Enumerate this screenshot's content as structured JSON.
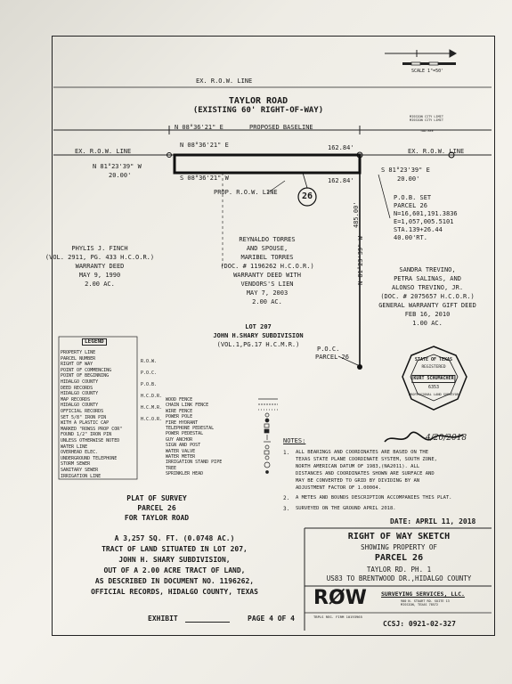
{
  "scale": "SCALE 1\"=50'",
  "road": {
    "row_line_top": "EX. R.O.W. LINE",
    "name": "TAYLOR ROAD",
    "existing": "(EXISTING 60' RIGHT-OF-WAY)",
    "bearing_top": "N 08°36'21\" E",
    "proposed_baseline": "PROPOSED BASELINE",
    "row_line_left": "EX. R.O.W. LINE",
    "row_line_right": "EX. R.O.W. LINE",
    "edge_small": "MISSION CITY LIMIT\nMISSION CITY LIMIT",
    "edge_small2": "TAD-SEE"
  },
  "parcel_lines": {
    "top_bearing": "N 08°36'21\" E",
    "top_dist": "162.84'",
    "left_bearing": "N 81°23'39\" W",
    "left_dist": "20.00'",
    "bottom_bearing": "S 08°36'21\" W",
    "bottom_dist": "162.84'",
    "right_bearing": "S 81°23'39\" E",
    "right_dist": "20.00'",
    "prop_row": "PROP. R.O.W. LINE",
    "parcel_no": "26",
    "east_bearing": "N 81°23'39\" W",
    "east_dist": "485.00'"
  },
  "pob": {
    "l1": "P.O.B. SET",
    "l2": "PARCEL 26",
    "l3": "N=16,601,191.3836",
    "l4": "E=1,057,005.5101",
    "l5": "STA.139+26.44",
    "l6": "40.00'RT."
  },
  "poc": {
    "l1": "P.O.C.",
    "l2": "PARCEL 26"
  },
  "owners": {
    "finch": [
      "PHYLIS J. FINCH",
      "(VOL. 2911, PG. 433 H.C.O.R.)",
      "WARRANTY DEED",
      "MAY 9, 1990",
      "2.00 AC."
    ],
    "torres": [
      "REYNALDO TORRES",
      "AND SPOUSE,",
      "MARIBEL TORRES",
      "(DOC. # 1196262 H.C.O.R.)",
      "WARRANTY DEED WITH",
      "VENDORS'S LIEN",
      "MAY 7, 2003",
      "2.00 AC."
    ],
    "trevino": [
      "SANDRA TREVINO,",
      "PETRA SALINAS, AND",
      "ALONSO TREVINO, JR.",
      "(DOC. # 2075657 H.C.O.R.)",
      "GENERAL WARRANTY GIFT DEED",
      "FEB 16, 2010",
      "1.00 AC."
    ]
  },
  "lot": {
    "l1": "LOT 207",
    "l2": "JOHN H.SHARY SUBDIVISION",
    "l3": "(VOL.1,PG.17 H.C.M.R.)"
  },
  "legend": {
    "title": "LEGEND",
    "left": [
      "PROPERTY LINE",
      "PARCEL NUMBER",
      "RIGHT OF WAY",
      "POINT OF COMMENCING",
      "POINT OF BEGINNING",
      "HIDALGO COUNTY",
      "DEED RECORDS",
      "HIDALGO COUNTY",
      "MAP RECORDS",
      "HIDALGO COUNTY",
      "OFFICIAL RECORDS",
      "SET 5/8\" IRON PIN",
      "WITH A PLASTIC CAP",
      "MARKED \"ROWSS PROP COR\"",
      "FOUND 1/2\" IRON PIN",
      "UNLESS OTHERWISE NOTED",
      "WATER LINE",
      "OVERHEAD ELEC.",
      "UNDERGROUND TELEPHONE",
      "STORM SEWER",
      "SANITARY SEWER",
      "IRRIGATION LINE"
    ],
    "abbr": [
      "R.O.W.",
      "P.O.C.",
      "P.O.B.",
      "H.C.D.R.",
      "H.C.M.R.",
      "H.C.O.R."
    ],
    "right": [
      "WOOD FENCE",
      "CHAIN LINK FENCE",
      "WIRE FENCE",
      "POWER POLE",
      "FIRE HYDRANT",
      "TELEPHONE PEDESTAL",
      "POWER PEDESTAL",
      "GUY ANCHOR",
      "SIGN AND POST",
      "WATER VALVE",
      "WATER METER",
      "IRRIGATION STAND PIPE",
      "TREE",
      "SPRINKLER HEAD"
    ]
  },
  "notes": {
    "title": "NOTES:",
    "n1": [
      "ALL BEARINGS AND COORDINATES ARE BASED ON THE",
      "TEXAS STATE PLANE COORDINATE SYSTEM, SOUTH ZONE,",
      "NORTH AMERICAN DATUM OF 1983,(NA2011). ALL",
      "DISTANCES AND COORDINATES SHOWN ARE SURFACE AND",
      "MAY BE CONVERTED TO GRID BY DIVIDING BY AN",
      "ADJUSTMENT FACTOR OF 1.00004."
    ],
    "n2": "A METES AND BOUNDS DESCRIPTION ACCOMPANIES THIS PLAT.",
    "n3": "SURVEYED ON THE GROUND APRIL 2018."
  },
  "seal": {
    "top": "STATE OF TEXAS",
    "registered": "REGISTERED",
    "name": "KURT SCHUMACHER",
    "number": "6353",
    "bottom": "PROFESSIONAL LAND SURVEYOR"
  },
  "signature_date": "4/20/2018",
  "plat": {
    "l1": "PLAT OF SURVEY",
    "l2": "PARCEL 26",
    "l3": "FOR TAYLOR ROAD",
    "desc": [
      "A 3,257 SQ. FT. (0.0748 AC.)",
      "TRACT OF LAND SITUATED IN LOT 207,",
      "JOHN H. SHARY SUBDIVISION,",
      "OUT OF A 2.00 ACRE TRACT OF LAND,",
      "AS DESCRIBED IN DOCUMENT NO. 1196262,",
      "OFFICIAL RECORDS, HIDALGO COUNTY, TEXAS"
    ],
    "exhibit": "EXHIBIT",
    "page": "PAGE 4 OF 4"
  },
  "title_block": {
    "date": "DATE: APRIL 11, 2018",
    "heading": "RIGHT OF WAY SKETCH",
    "showing": "SHOWING PROPERTY OF",
    "parcel": "PARCEL 26",
    "road1": "TAYLOR RD. PH. 1",
    "road2": "US83 TO BRENTWOOD DR.,HIDALGO COUNTY",
    "logo": "RØW",
    "company": "SURVEYING SERVICES, LLC.",
    "address": "900 N. STUART RD. SUITE 13\nMISSION, TEXAS 78572",
    "tbpls": "TBPLS REG. FIRM 10193965",
    "ccsj": "CCSJ: 0921-02-327"
  }
}
